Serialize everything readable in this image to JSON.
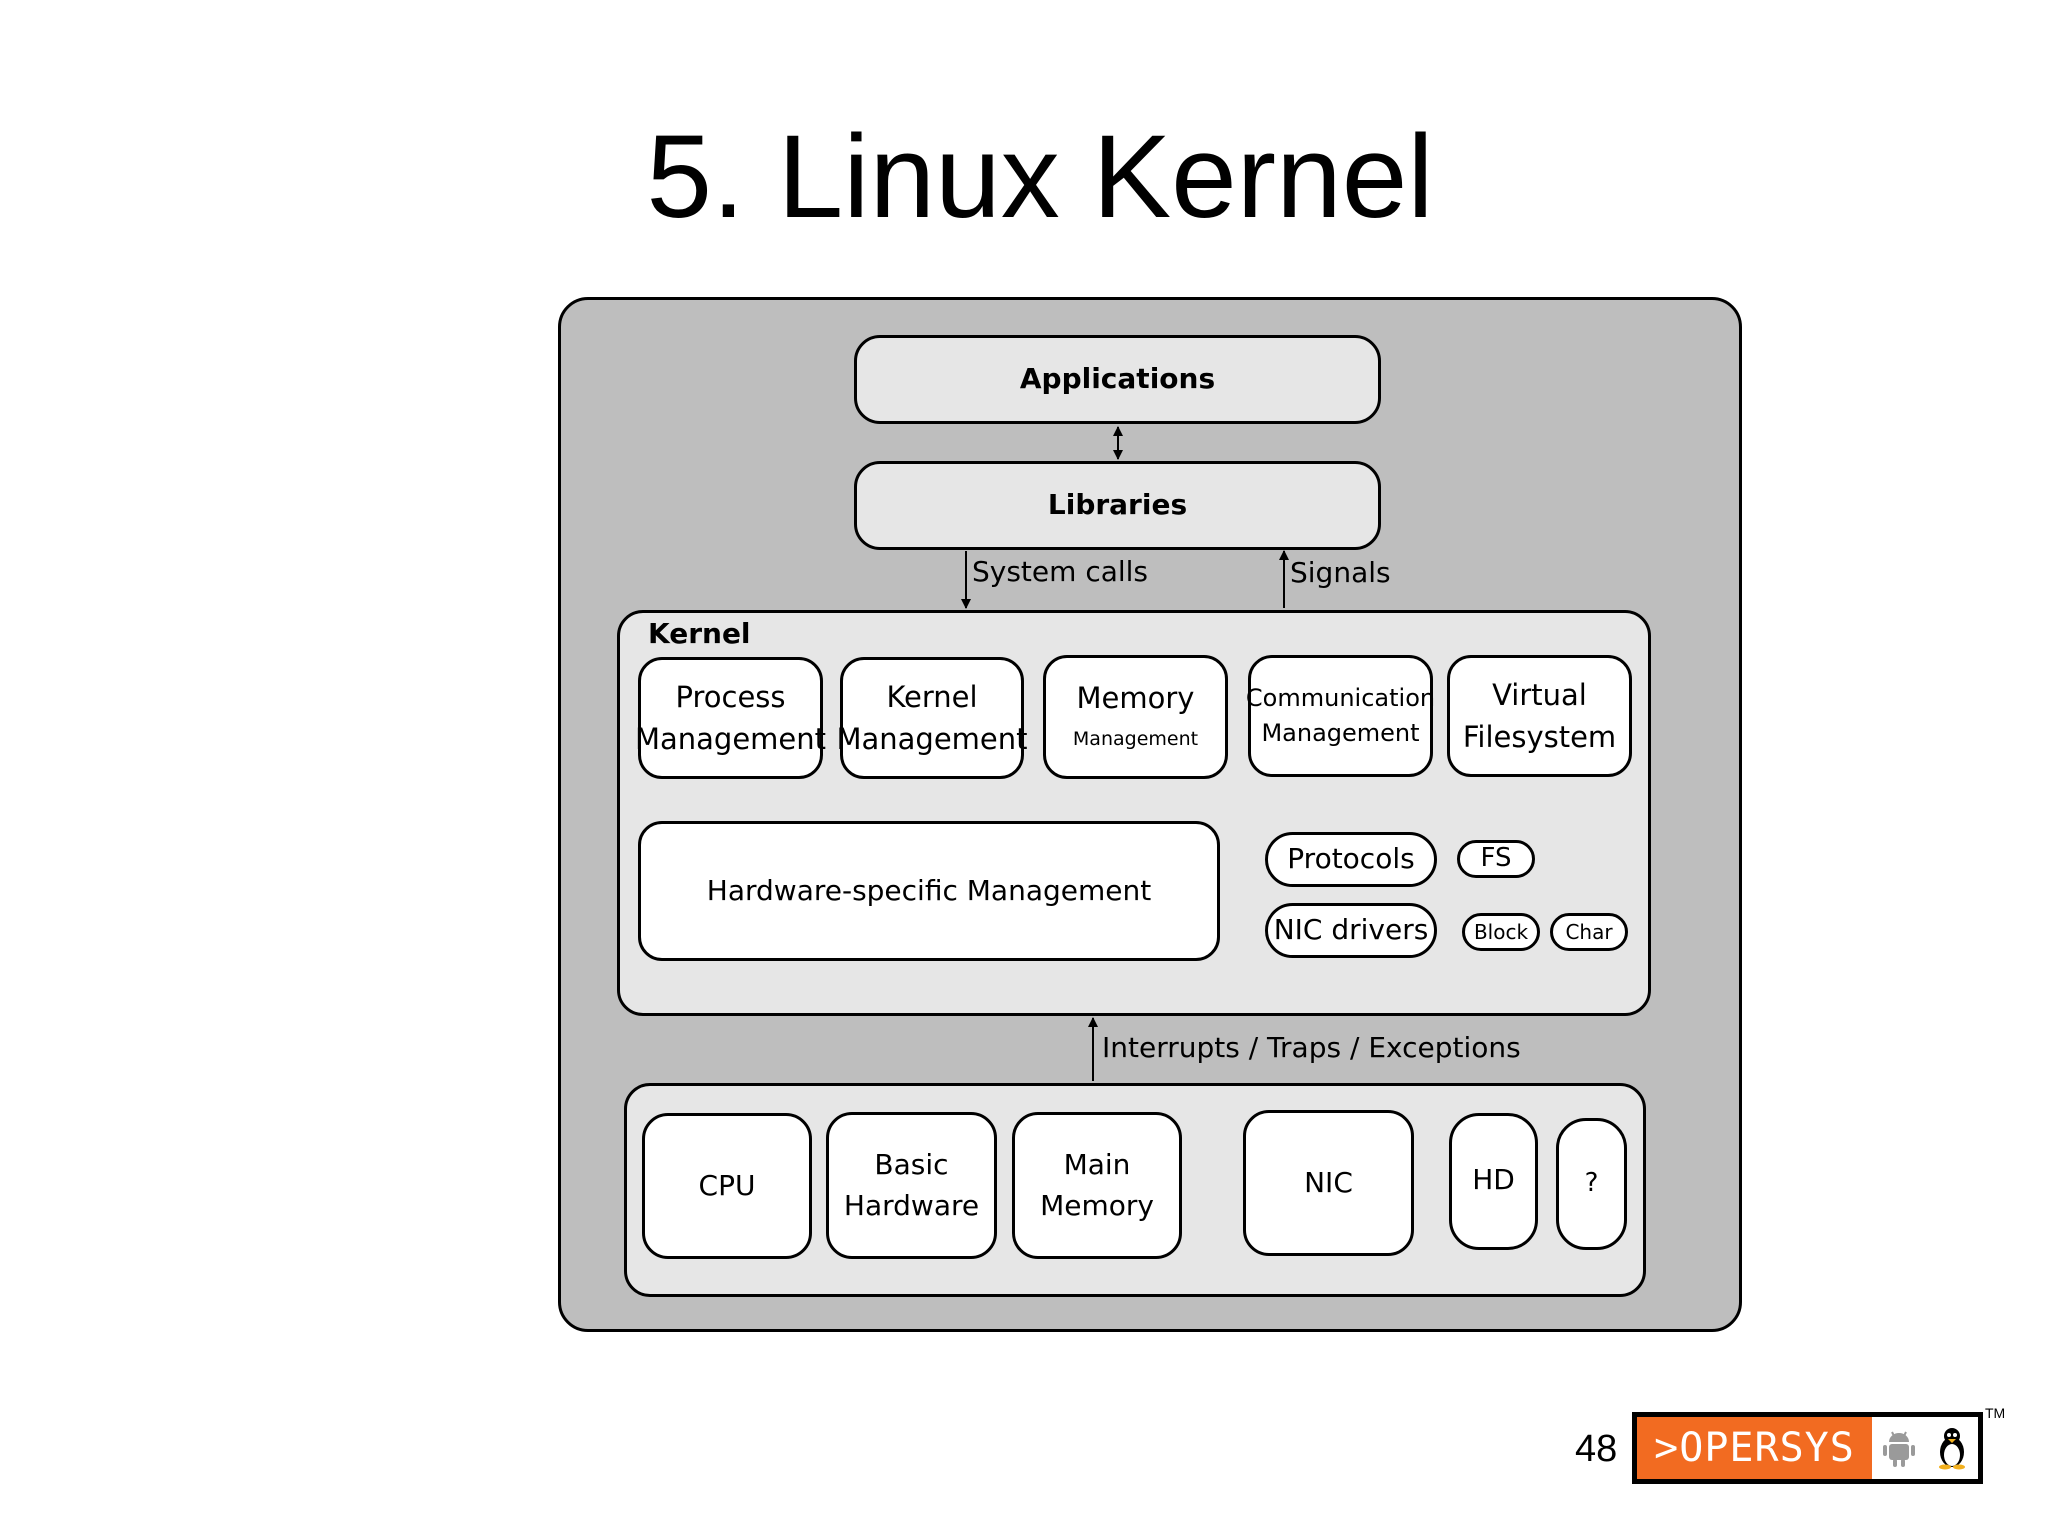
{
  "slide": {
    "title": "5. Linux Kernel",
    "page_number": "48",
    "logo_text": ">OPERSYS",
    "logo_tm": "TM"
  },
  "diagram": {
    "applications": "Applications",
    "libraries": "Libraries",
    "system_calls": "System calls",
    "signals": "Signals",
    "kernel_label": "Kernel",
    "process_mgmt": "Process\nManagement",
    "kernel_mgmt": "Kernel\nManagement",
    "memory_mgmt_title": "Memory",
    "memory_mgmt_sub": "Management",
    "comm_mgmt": "Communication\nManagement",
    "vfs": "Virtual\nFilesystem",
    "hw_specific": "Hardware-specific Management",
    "protocols": "Protocols",
    "fs": "FS",
    "nic_drivers": "NIC drivers",
    "block": "Block",
    "char": "Char",
    "interrupts": "Interrupts / Traps / Exceptions",
    "cpu": "CPU",
    "basic_hw": "Basic\nHardware",
    "main_memory": "Main\nMemory",
    "nic": "NIC",
    "hd": "HD",
    "unknown": "?"
  }
}
